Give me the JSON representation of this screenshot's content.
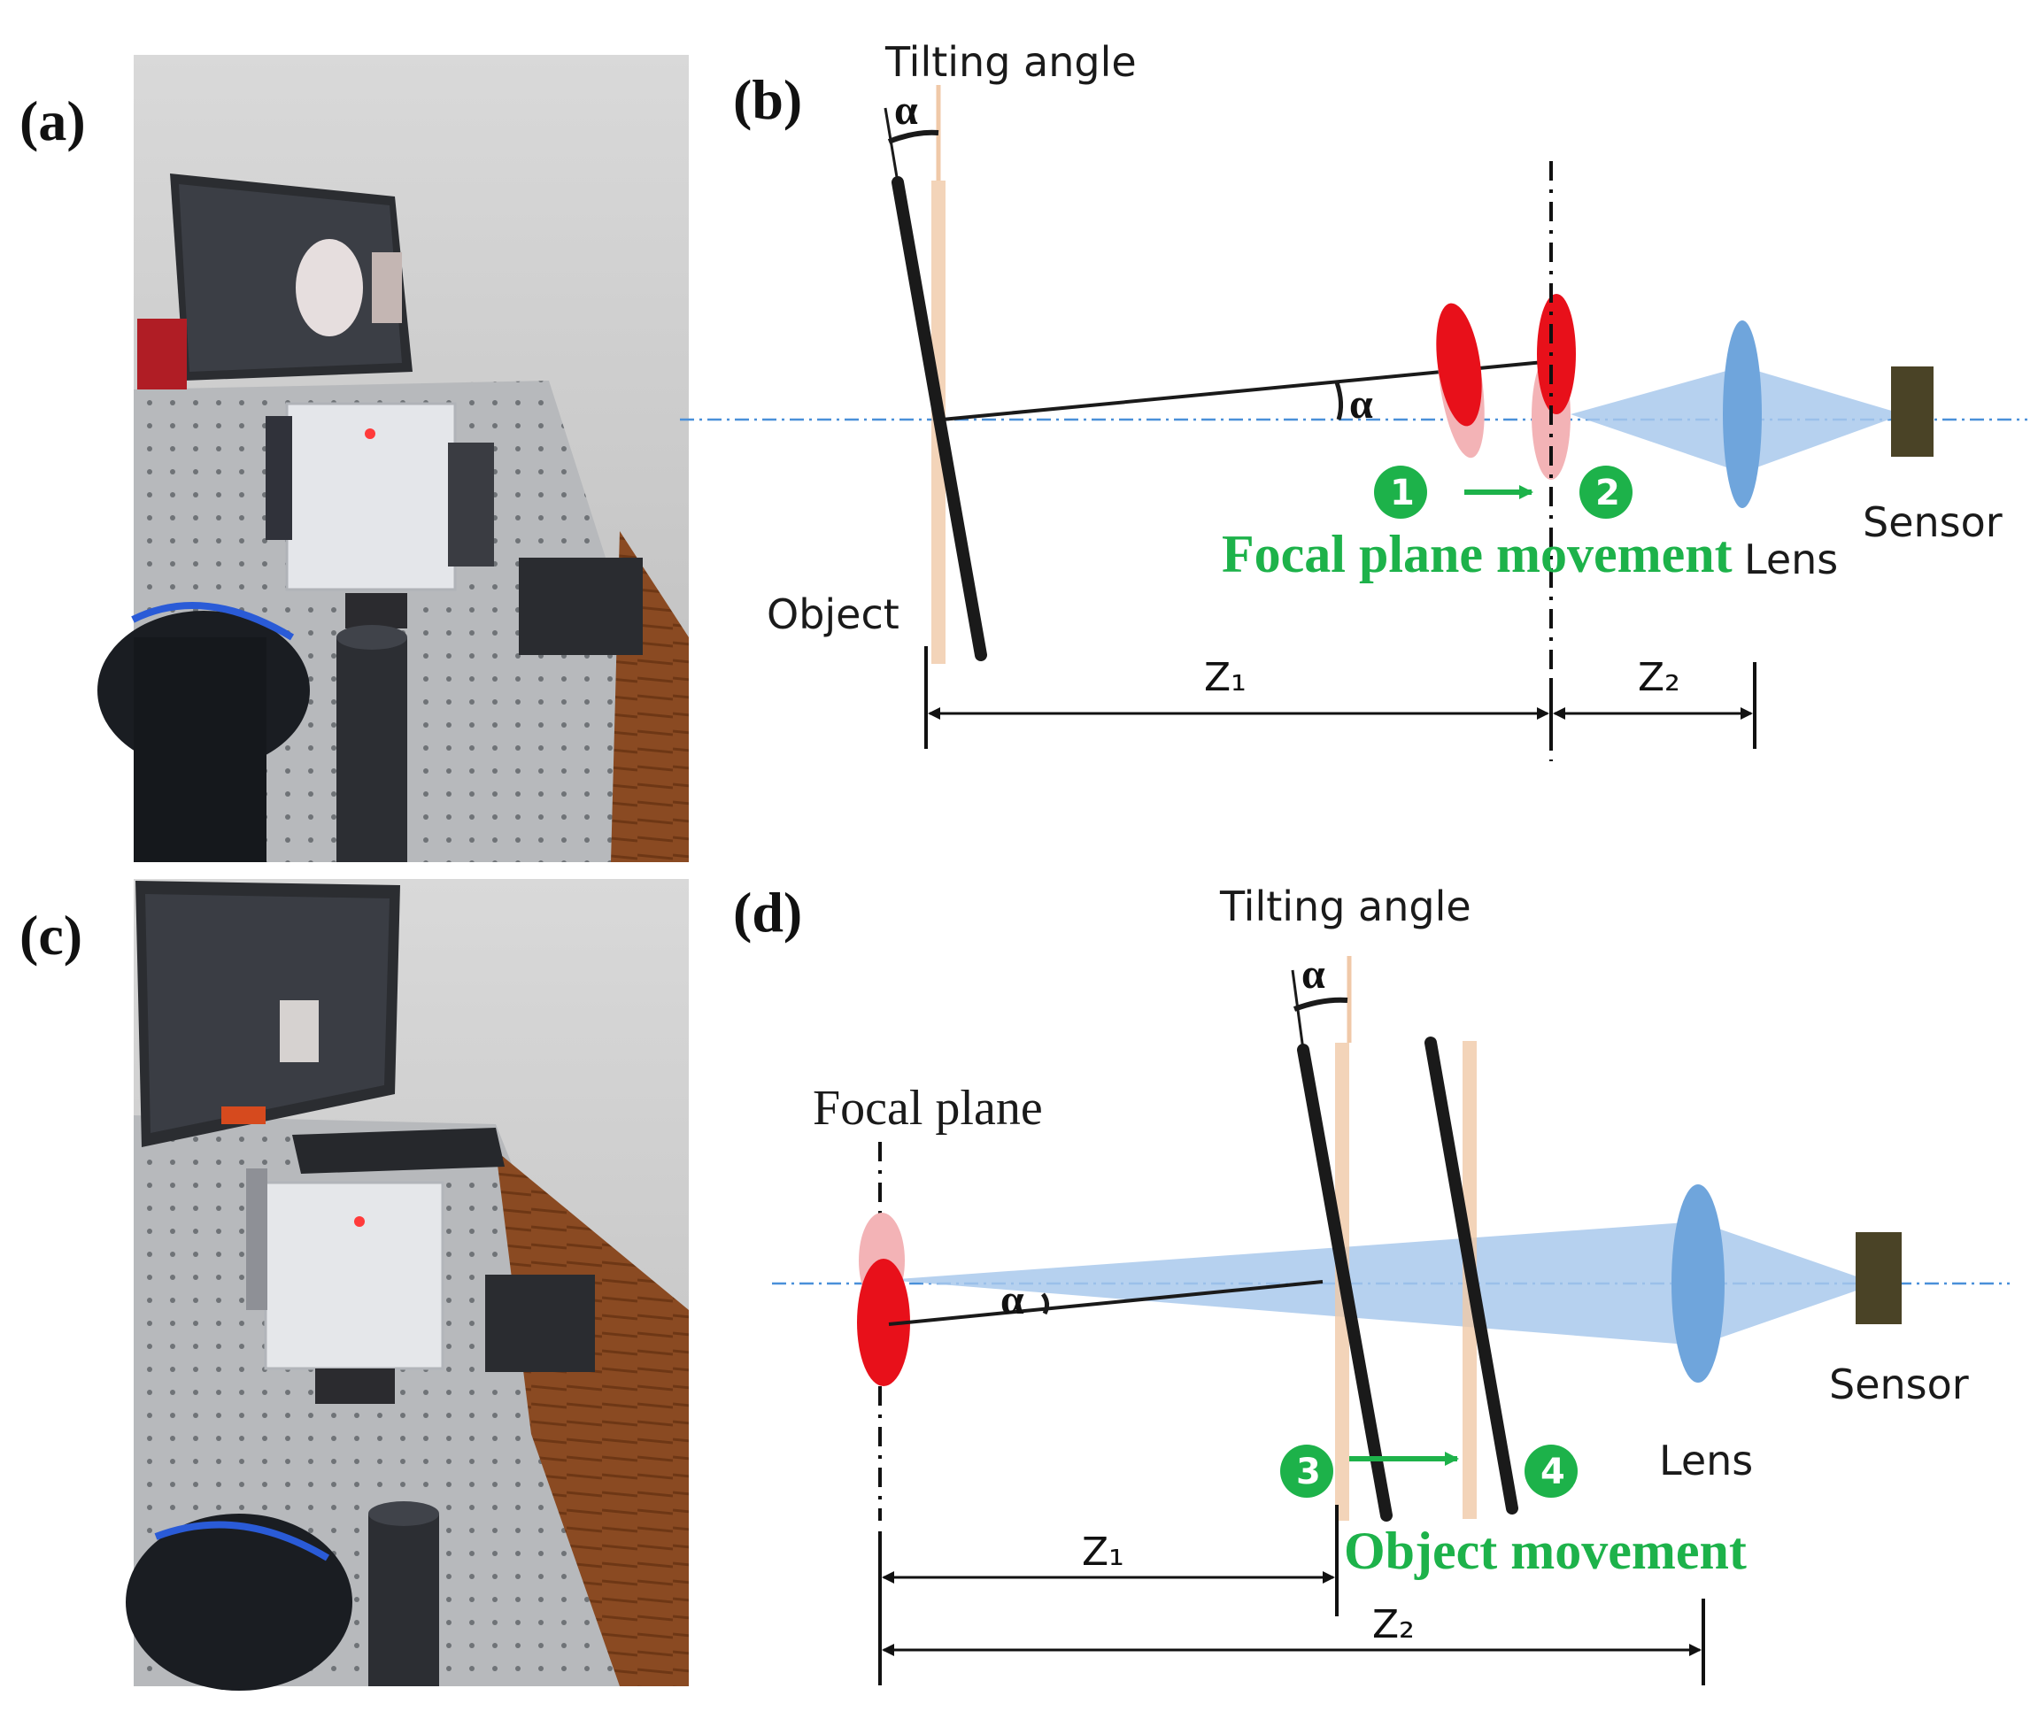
{
  "panels": {
    "a": {
      "label": "(a)"
    },
    "b": {
      "label": "(b)",
      "tilting_angle": "Tilting angle",
      "alpha": "α",
      "object": "Object",
      "sensor": "Sensor",
      "lens": "Lens",
      "movement": "Focal plane movement",
      "step_start": "1",
      "step_end": "2",
      "z1": "Z₁",
      "z2": "Z₂"
    },
    "c": {
      "label": "(c)"
    },
    "d": {
      "label": "(d)",
      "tilting_angle": "Tilting angle",
      "alpha": "α",
      "focal_plane": "Focal plane",
      "sensor": "Sensor",
      "lens": "Lens",
      "movement": "Object movement",
      "step_start": "3",
      "step_end": "4",
      "z1": "Z₁",
      "z2": "Z₂"
    }
  },
  "colors": {
    "beam": "#a9c9ec",
    "lens": "#6fa5dc",
    "focal_red": "#e8101a",
    "focal_pink": "#f3b3b6",
    "object_bar": "#1a1a1a",
    "object_ghost": "#f0c9a8",
    "sensor": "#4a4326",
    "green": "#1db24a",
    "axis": "#4a90d9"
  }
}
